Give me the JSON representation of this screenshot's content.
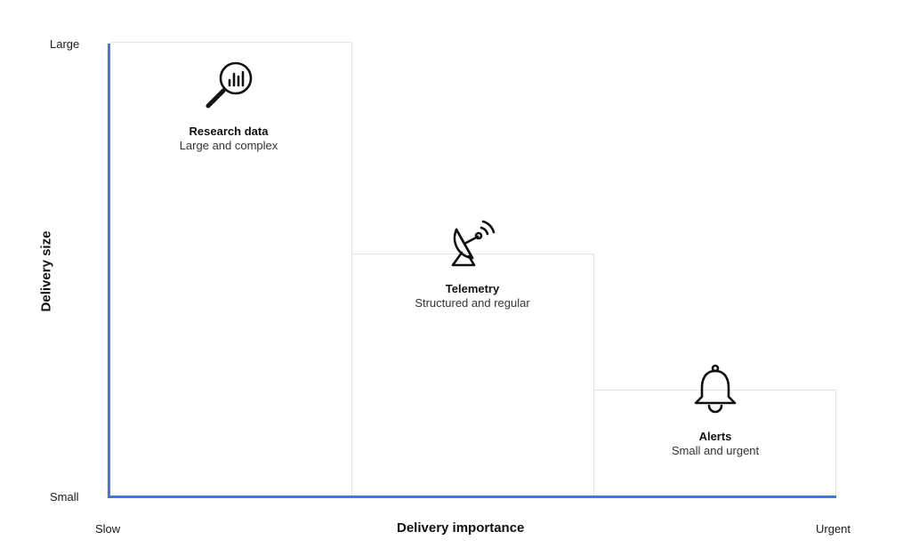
{
  "axes": {
    "y_title": "Delivery size",
    "x_title": "Delivery importance",
    "y_ticks": {
      "top": "Large",
      "bottom": "Small"
    },
    "x_ticks": {
      "left": "Slow",
      "right": "Urgent"
    },
    "axis_color": "#3b7be0"
  },
  "categories": [
    {
      "title": "Research data",
      "subtitle": "Large and complex",
      "icon": "magnifier-bar-chart-icon"
    },
    {
      "title": "Telemetry",
      "subtitle": "Structured and regular",
      "icon": "satellite-dish-icon"
    },
    {
      "title": "Alerts",
      "subtitle": "Small and urgent",
      "icon": "bell-icon"
    }
  ]
}
